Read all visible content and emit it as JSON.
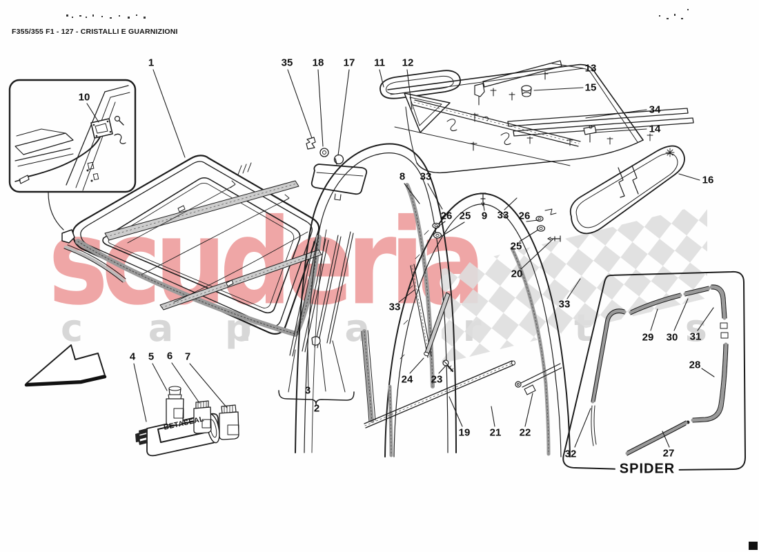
{
  "page": {
    "title": "F355/355 F1 - 127 - CRISTALLI E GUARNIZIONI"
  },
  "labels": {
    "spider": "SPIDER",
    "betaseal": "BETASEAL"
  },
  "watermark": {
    "word_main": "scuderia",
    "word_left": "car",
    "word_right": "parts",
    "color_main": "#efa6a6",
    "color_gray": "#d7d7d7"
  },
  "colors": {
    "line": "#1c1c1c",
    "seal_band": "#9a9a9a",
    "checker": "#dedede",
    "paper": "#fefefe"
  },
  "callouts": [
    {
      "label": "1"
    },
    {
      "label": "35"
    },
    {
      "label": "18"
    },
    {
      "label": "17"
    },
    {
      "label": "11"
    },
    {
      "label": "12"
    },
    {
      "label": "13"
    },
    {
      "label": "15"
    },
    {
      "label": "34"
    },
    {
      "label": "14"
    },
    {
      "label": "16"
    },
    {
      "label": "10"
    },
    {
      "label": "8"
    },
    {
      "label": "33"
    },
    {
      "label": "26"
    },
    {
      "label": "25"
    },
    {
      "label": "9"
    },
    {
      "label": "33"
    },
    {
      "label": "26"
    },
    {
      "label": "25"
    },
    {
      "label": "20"
    },
    {
      "label": "33"
    },
    {
      "label": "33"
    },
    {
      "label": "24"
    },
    {
      "label": "23"
    },
    {
      "label": "3"
    },
    {
      "label": "2"
    },
    {
      "label": "19"
    },
    {
      "label": "21"
    },
    {
      "label": "22"
    },
    {
      "label": "4"
    },
    {
      "label": "5"
    },
    {
      "label": "6"
    },
    {
      "label": "7"
    },
    {
      "label": "29"
    },
    {
      "label": "30"
    },
    {
      "label": "31"
    },
    {
      "label": "28"
    },
    {
      "label": "32"
    },
    {
      "label": "27"
    }
  ]
}
